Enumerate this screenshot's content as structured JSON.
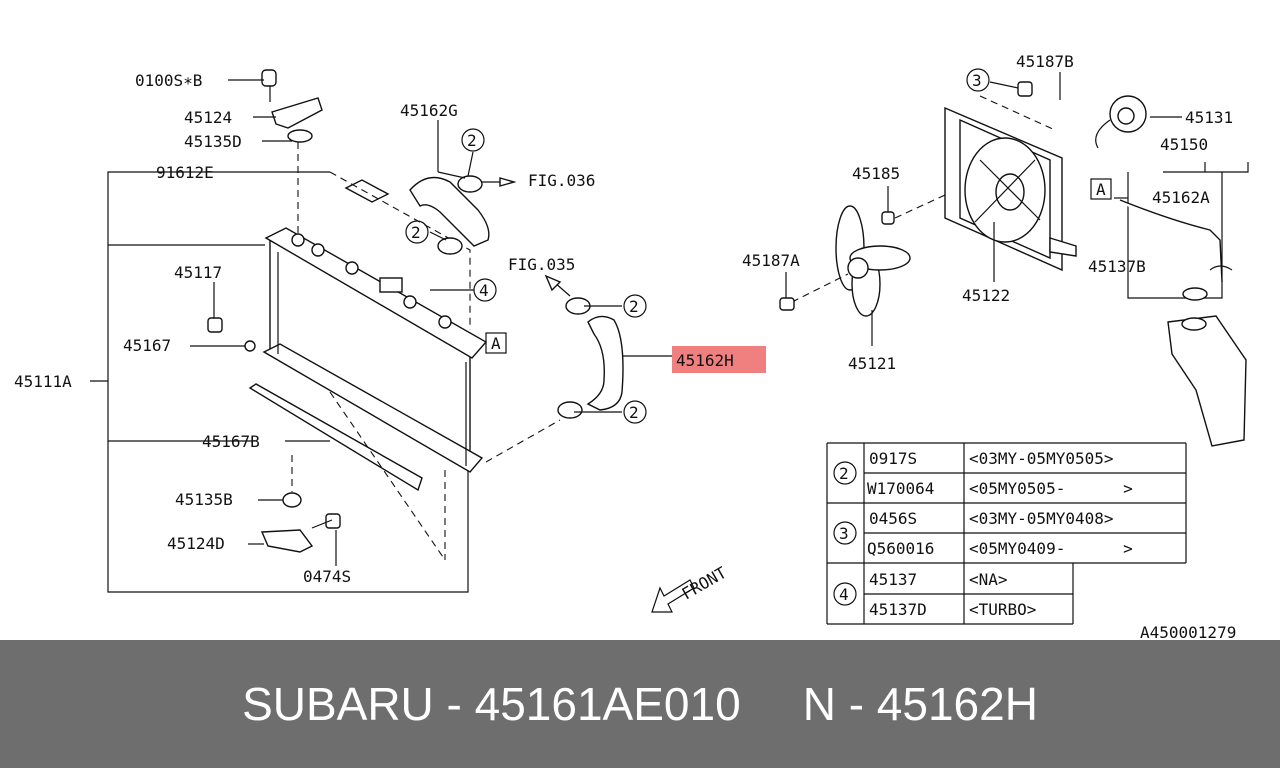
{
  "footer": {
    "part_number": "SUBARU - 45161AE010",
    "ref": "N - 45162H"
  },
  "diagram": {
    "doc_id": "A450001279",
    "front": "FRONT",
    "highlight_color": "#f08080",
    "labels": {
      "l0100s": "0100S∗B",
      "l45124": "45124",
      "l45135d": "45135D",
      "l91612e": "91612E",
      "l45117": "45117",
      "l45167": "45167",
      "l45111a": "45111A",
      "l45167b": "45167B",
      "l45135b": "45135B",
      "l45124d": "45124D",
      "l0474s": "0474S",
      "l45162g": "45162G",
      "lfig036": "FIG.036",
      "lfig035": "FIG.035",
      "l45162h": "45162H",
      "l45187b": "45187B",
      "l45131": "45131",
      "l45150": "45150",
      "l45185": "45185",
      "l45162a": "45162A",
      "l45187a": "45187A",
      "l45137b": "45137B",
      "l45122": "45122",
      "l45121": "45121"
    },
    "callouts": {
      "c2a": "2",
      "c2b": "2",
      "c2c": "2",
      "c2d": "2",
      "c3": "3",
      "c4": "4",
      "boxA1": "A",
      "boxA2": "A"
    },
    "table": [
      {
        "ref": "2",
        "code1": "0917S",
        "note1": "<03MY-05MY0505>",
        "code2": "W170064",
        "note2": "<05MY0505-      >"
      },
      {
        "ref": "3",
        "code1": "0456S",
        "note1": "<03MY-05MY0408>",
        "code2": "Q560016",
        "note2": "<05MY0409-      >"
      },
      {
        "ref": "4",
        "code1": "45137",
        "note1": "<NA>",
        "code2": "45137D",
        "note2": "<TURBO>"
      }
    ]
  }
}
